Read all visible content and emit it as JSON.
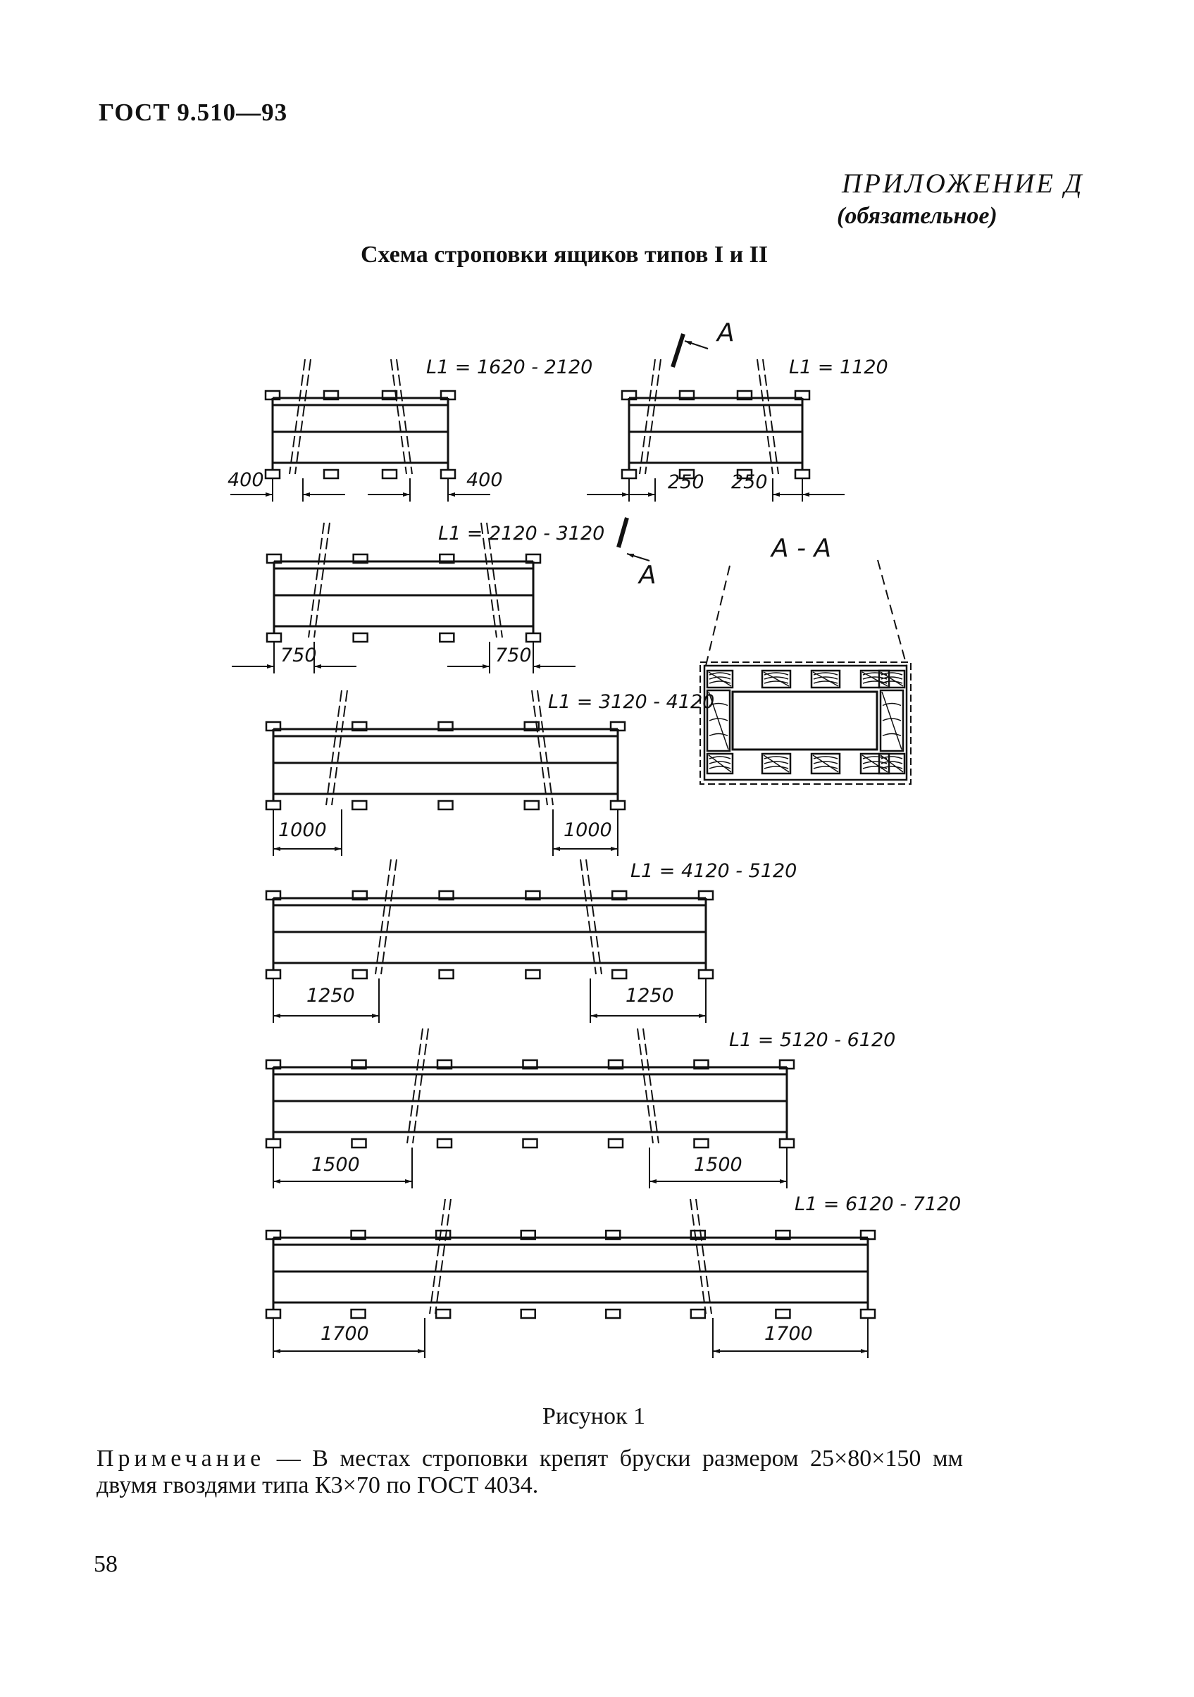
{
  "header": {
    "doc_code": "ГОСТ 9.510—93",
    "annex_title": "ПРИЛОЖЕНИЕ Д",
    "annex_status": "(обязательное)"
  },
  "title": "Схема строповки ящиков типов I и II",
  "figure": {
    "crates": [
      {
        "length_label": "L1 = 1620 - 2120",
        "dims": [
          "400",
          "400"
        ]
      },
      {
        "length_label": "L1 = 1120",
        "dims": [
          "250",
          "250"
        ]
      },
      {
        "length_label": "L1 = 2120 - 3120",
        "dims": [
          "750",
          "750"
        ]
      },
      {
        "length_label": "L1 = 3120 - 4120",
        "dims": [
          "1000",
          "1000"
        ]
      },
      {
        "length_label": "L1 = 4120 - 5120",
        "dims": [
          "1250",
          "1250"
        ]
      },
      {
        "length_label": "L1 = 5120 - 6120",
        "dims": [
          "1500",
          "1500"
        ]
      },
      {
        "length_label": "L1 = 6120 - 7120",
        "dims": [
          "1700",
          "1700"
        ]
      }
    ],
    "section_mark": "А",
    "section_label": "А - А"
  },
  "caption": "Рисунок 1",
  "note": {
    "lead": "Примечание",
    "text": " — В местах строповки крепят бруски размером 25×80×150 мм двумя гвоздями типа К3×70 по ГОСТ 4034."
  },
  "page_number": "58"
}
